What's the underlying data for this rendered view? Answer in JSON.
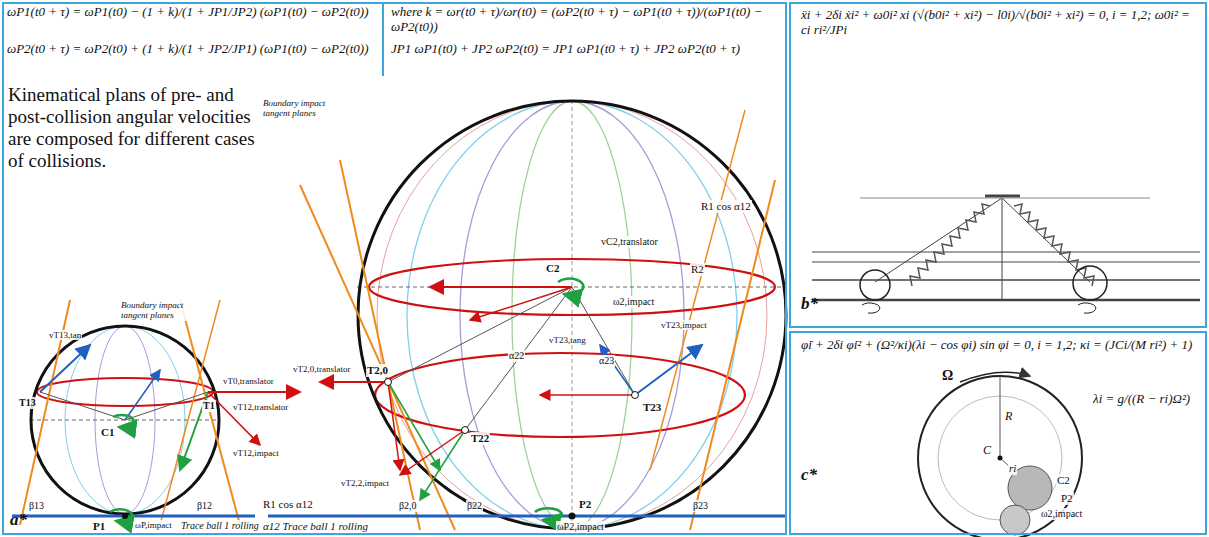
{
  "diagram": {
    "nodes": [
      {
        "text": [
          "a*"
        ]
      },
      {
        "text": [
          "b*"
        ]
      },
      {
        "text": [
          "c*"
        ]
      }
    ],
    "labels": [
      "ωP1(t0 + τ) = ωP1(t0) − (1 + k)/(1 + JP1/JP2) (ωP1(t0) − ωP2(t0))",
      "ωP2(t0 + τ) = ωP2(t0) + (1 + k)/(1 + JP2/JP1) (ωP1(t0) − ωP2(t0))",
      "where k = ωr(t0 + τ)/ωr(t0) = (ωP2(t0 + τ) − ωP1(t0 + τ))/(ωP1(t0) − ωP2(t0))",
      "JP1 ωP1(t0) + JP2 ωP2(t0) = JP1 ωP1(t0 + τ) + JP2 ωP2(t0 + τ)",
      "Kinematical plans of pre- and post-collision angular velocities are composed for different cases of collisions.",
      "Boundary impact tangent planes",
      "Boundary impact tangent planes",
      "C2",
      "R2",
      "ω2,impact",
      "vC2,translator",
      "R1 cos α12",
      "T2,0",
      "T22",
      "T23",
      "α22",
      "α23",
      "vT2,0,translator",
      "vT2,2,impact",
      "vT23,impact",
      "vT23,tang",
      "β2,0",
      "β22",
      "β23",
      "P2",
      "ωP2,impact",
      "R1 cos α12",
      "α12 Trace ball 1 rolling",
      "T13",
      "C1",
      "T1",
      "vT13,tan",
      "vT0,translator",
      "vT12,translator",
      "vT12,impact",
      "β13",
      "β12",
      "P1",
      "ωP,impact",
      "Trace ball 1 rolling",
      "ẍi + 2δi ẋi² + ω0i² xi (√(b0i² + xi²) − l0i)/√(b0i² + xi²) = 0, i = 1,2; ω0i² = ci ri²/JPi",
      "φ̈i + 2δi φ̇i² + (Ω²/κi)(λi − cos φi) sin φi = 0, i = 1,2; κi = (JCi/(M ri²) + 1)",
      "λi = g/((R − ri)Ω²)",
      "Ω",
      "R",
      "C",
      "ri",
      "C2",
      "P2",
      "ω2,impact"
    ]
  }
}
